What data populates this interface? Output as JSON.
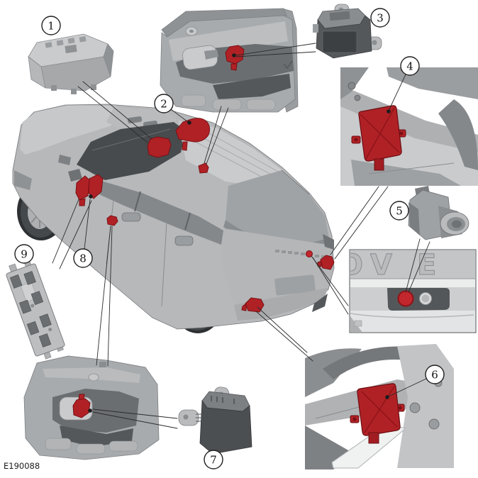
{
  "figure": {
    "figure_id": "E190088",
    "background_color": "#ffffff",
    "highlight_color": "#b02126",
    "camera_marker_color": "#c1272d",
    "outline_color": "#2b2b2b",
    "callouts": [
      {
        "number": "1",
        "target": "overhead-console-module"
      },
      {
        "number": "2",
        "target": "windshield-header-sensor-unit"
      },
      {
        "number": "3",
        "target": "front-door-control-module"
      },
      {
        "number": "4",
        "target": "front-structure-control-module"
      },
      {
        "number": "5",
        "target": "rear-view-camera"
      },
      {
        "number": "6",
        "target": "rear-structure-control-module"
      },
      {
        "number": "7",
        "target": "rear-door-control-module"
      },
      {
        "number": "8",
        "target": "b-pillar-trim-components"
      },
      {
        "number": "9",
        "target": "circuit-board-module"
      }
    ],
    "inset": {
      "letters": [
        "O",
        "V",
        "E"
      ]
    }
  }
}
